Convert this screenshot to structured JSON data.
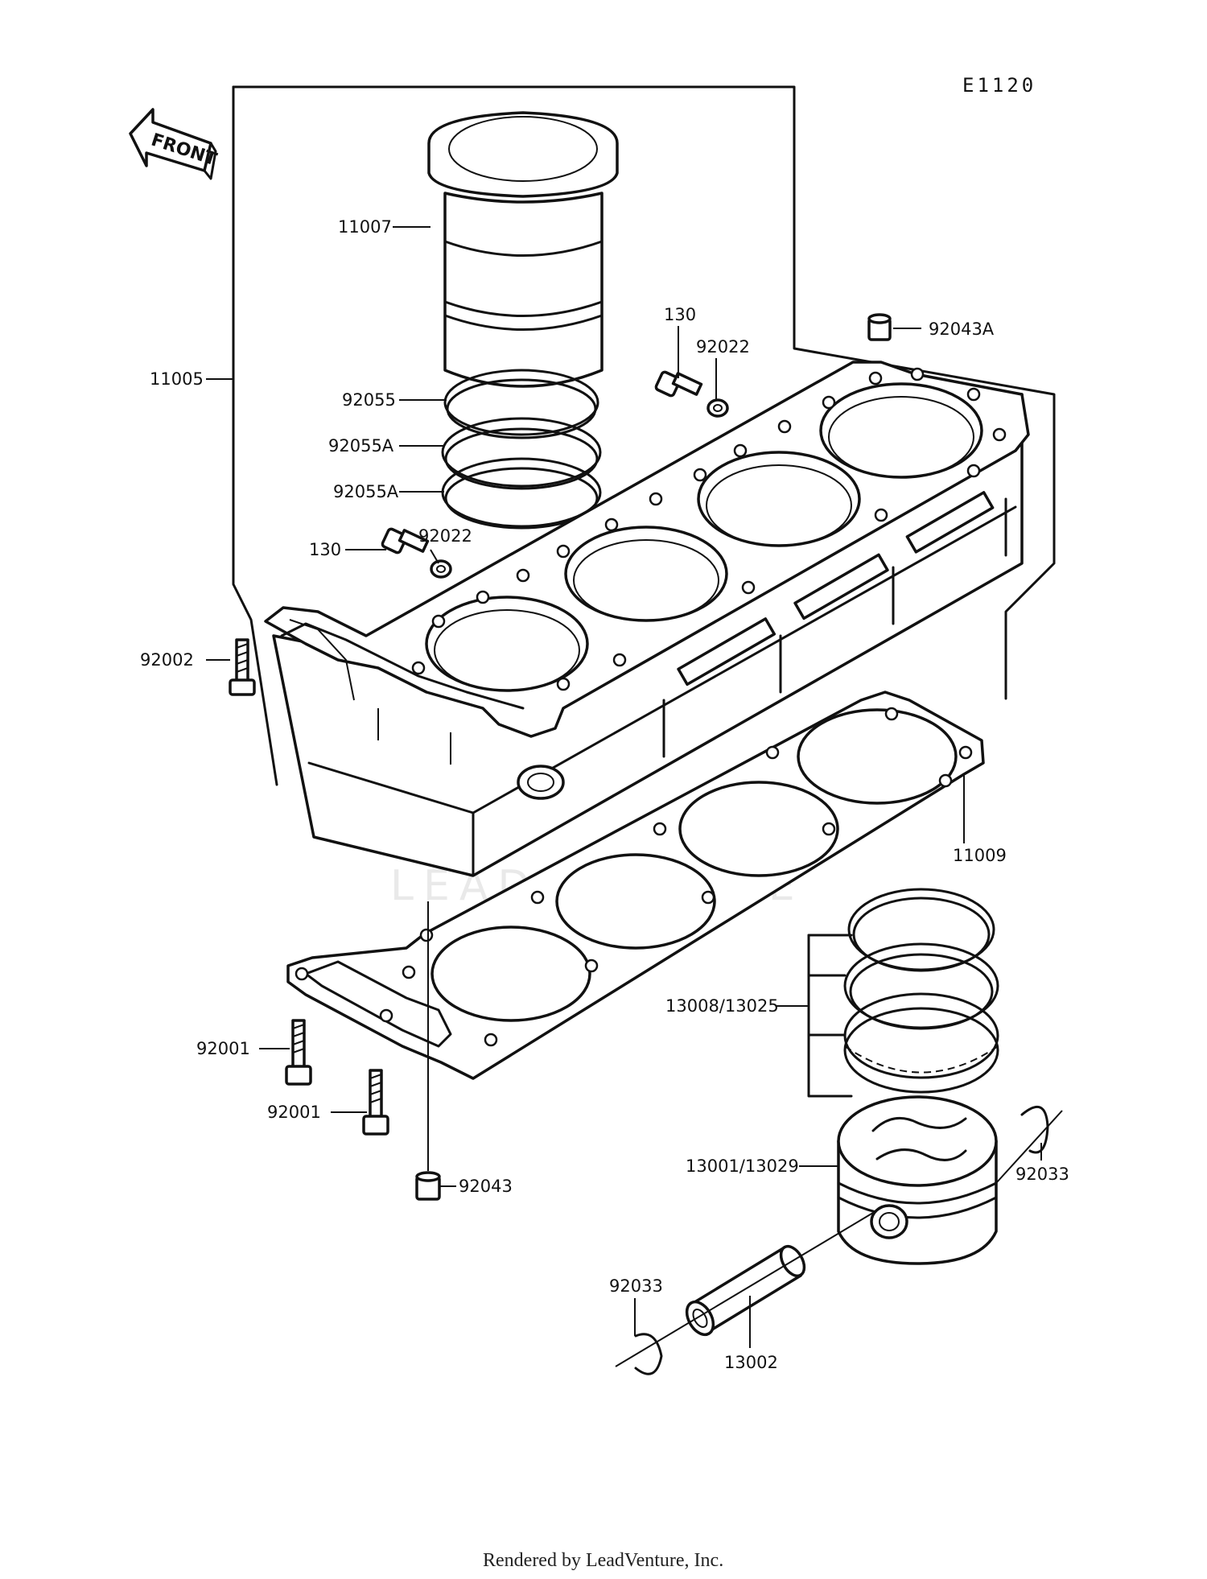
{
  "diagram": {
    "code": "E1120",
    "front_label": "FRONT",
    "watermark": "LEADVENTURE",
    "footer": "Rendered by LeadVenture, Inc.",
    "callouts": {
      "p11007": "11007",
      "p11005": "11005",
      "p130_top": "130",
      "p92022_top": "92022",
      "p92043A": "92043A",
      "p92055": "92055",
      "p92055A_1": "92055A",
      "p92055A_2": "92055A",
      "p130_mid": "130",
      "p92022_mid": "92022",
      "p92002": "92002",
      "p11009": "11009",
      "p13008": "13008/13025",
      "p92001_a": "92001",
      "p92001_b": "92001",
      "p92043": "92043",
      "p13001": "13001/13029",
      "p92033_r": "92033",
      "p92033_l": "92033",
      "p13002": "13002"
    }
  }
}
